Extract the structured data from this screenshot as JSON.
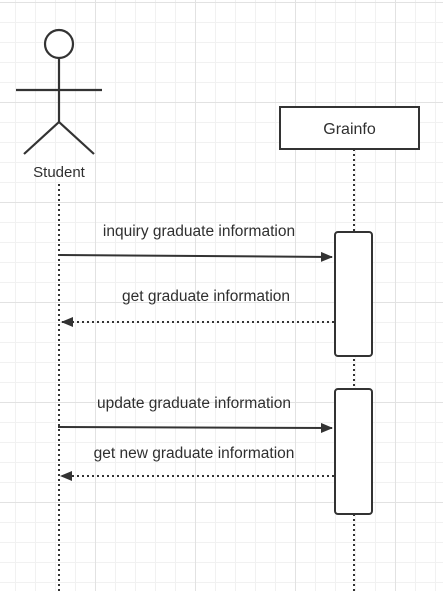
{
  "diagram": {
    "type": "sequence",
    "actor": {
      "name": "Student"
    },
    "object": {
      "name": "Grainfo"
    },
    "messages": [
      {
        "label": "inquiry graduate information",
        "kind": "request"
      },
      {
        "label": "get graduate information",
        "kind": "return"
      },
      {
        "label": "update graduate information",
        "kind": "request"
      },
      {
        "label": "get new graduate information",
        "kind": "return"
      }
    ],
    "colors": {
      "stroke": "#333333",
      "text": "#2f2f2f",
      "box_fill": "#ffffff"
    }
  }
}
